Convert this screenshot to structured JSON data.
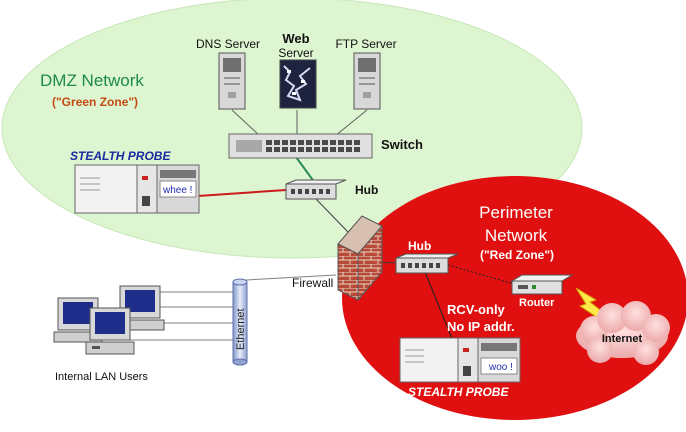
{
  "zones": {
    "dmz": {
      "title": "DMZ Network",
      "subtitle": "(\"Green Zone\")",
      "color": "#ddf5d0"
    },
    "perimeter": {
      "title_line1": "Perimeter",
      "title_line2": "Network",
      "subtitle": "(\"Red Zone\")",
      "color": "#e01010"
    }
  },
  "servers": {
    "dns": "DNS Server",
    "web_line1": "Web",
    "web_line2": "Server",
    "ftp": "FTP Server"
  },
  "devices": {
    "switch": "Switch",
    "hub_dmz": "Hub",
    "hub_perimeter": "Hub",
    "firewall": "Firewall",
    "router": "Router",
    "internet": "Internet",
    "ethernet": "Ethernet"
  },
  "probes": {
    "dmz_label": "STEALTH PROBE",
    "dmz_screen": "whee !",
    "perimeter_label": "STEALTH PROBE",
    "perimeter_screen": "woo !",
    "perimeter_note_line1": "RCV-only",
    "perimeter_note_line2": "No IP addr."
  },
  "lan": {
    "label": "Internal LAN Users"
  },
  "colors": {
    "probe_label": "#1a2aa0",
    "link_red": "#cc1b1b",
    "link_green": "#2c8a5a",
    "brick": "#b84a3a"
  }
}
